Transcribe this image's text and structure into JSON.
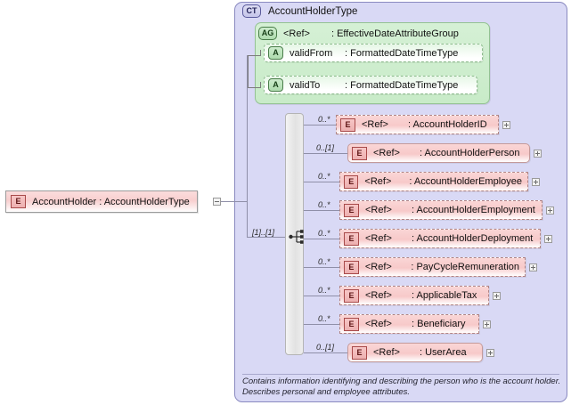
{
  "root": {
    "badge": "E",
    "badge_icon": "element-icon",
    "label": "AccountHolder : AccountHolderType",
    "expander": "minus-icon"
  },
  "complex_type": {
    "badge": "CT",
    "badge_icon": "complextype-icon",
    "title": "AccountHolderType"
  },
  "attribute_group": {
    "badge": "AG",
    "badge_icon": "attributegroup-icon",
    "ref": "<Ref>",
    "type": ": EffectiveDateAttributeGroup",
    "attributes": [
      {
        "badge": "A",
        "name": "validFrom",
        "type": ": FormattedDateTimeType"
      },
      {
        "badge": "A",
        "name": "validTo",
        "type": ": FormattedDateTimeType"
      }
    ]
  },
  "sequence": {
    "icon": "sequence-compositor-icon",
    "cardinality": "[1]..[1]"
  },
  "elements": [
    {
      "badge": "E",
      "ref": "<Ref>",
      "type": ": AccountHolderID",
      "cardinality": "0..*",
      "style": "dashed",
      "expander": "plus-icon"
    },
    {
      "badge": "E",
      "ref": "<Ref>",
      "type": ": AccountHolderPerson",
      "cardinality": "0..[1]",
      "style": "solid",
      "expander": "plus-icon"
    },
    {
      "badge": "E",
      "ref": "<Ref>",
      "type": ": AccountHolderEmployee",
      "cardinality": "0..*",
      "style": "dashed",
      "expander": "plus-icon"
    },
    {
      "badge": "E",
      "ref": "<Ref>",
      "type": ": AccountHolderEmployment",
      "cardinality": "0..*",
      "style": "dashed",
      "expander": "plus-icon"
    },
    {
      "badge": "E",
      "ref": "<Ref>",
      "type": ": AccountHolderDeployment",
      "cardinality": "0..*",
      "style": "dashed",
      "expander": "plus-icon"
    },
    {
      "badge": "E",
      "ref": "<Ref>",
      "type": ": PayCycleRemuneration",
      "cardinality": "0..*",
      "style": "dashed",
      "expander": "plus-icon"
    },
    {
      "badge": "E",
      "ref": "<Ref>",
      "type": ": ApplicableTax",
      "cardinality": "0..*",
      "style": "dashed",
      "expander": "plus-icon"
    },
    {
      "badge": "E",
      "ref": "<Ref>",
      "type": ": Beneficiary",
      "cardinality": "0..*",
      "style": "dashed",
      "expander": "plus-icon"
    },
    {
      "badge": "E",
      "ref": "<Ref>",
      "type": ": UserArea",
      "cardinality": "0..[1]",
      "style": "solid",
      "expander": "plus-icon"
    }
  ],
  "annotation": {
    "line1": "Contains information identifying and describing the person who is the account holder.",
    "line2": "Describes personal and employee attributes."
  },
  "colors": {
    "container_fill": "#d9d9f5",
    "container_border": "#8a8ac0",
    "element_fill": "#f7c9c9",
    "element_border": "#b08585",
    "attribute_fill": "#cdeccd",
    "attribute_border": "#4a7d4a",
    "connector": "#8f8fa8"
  }
}
